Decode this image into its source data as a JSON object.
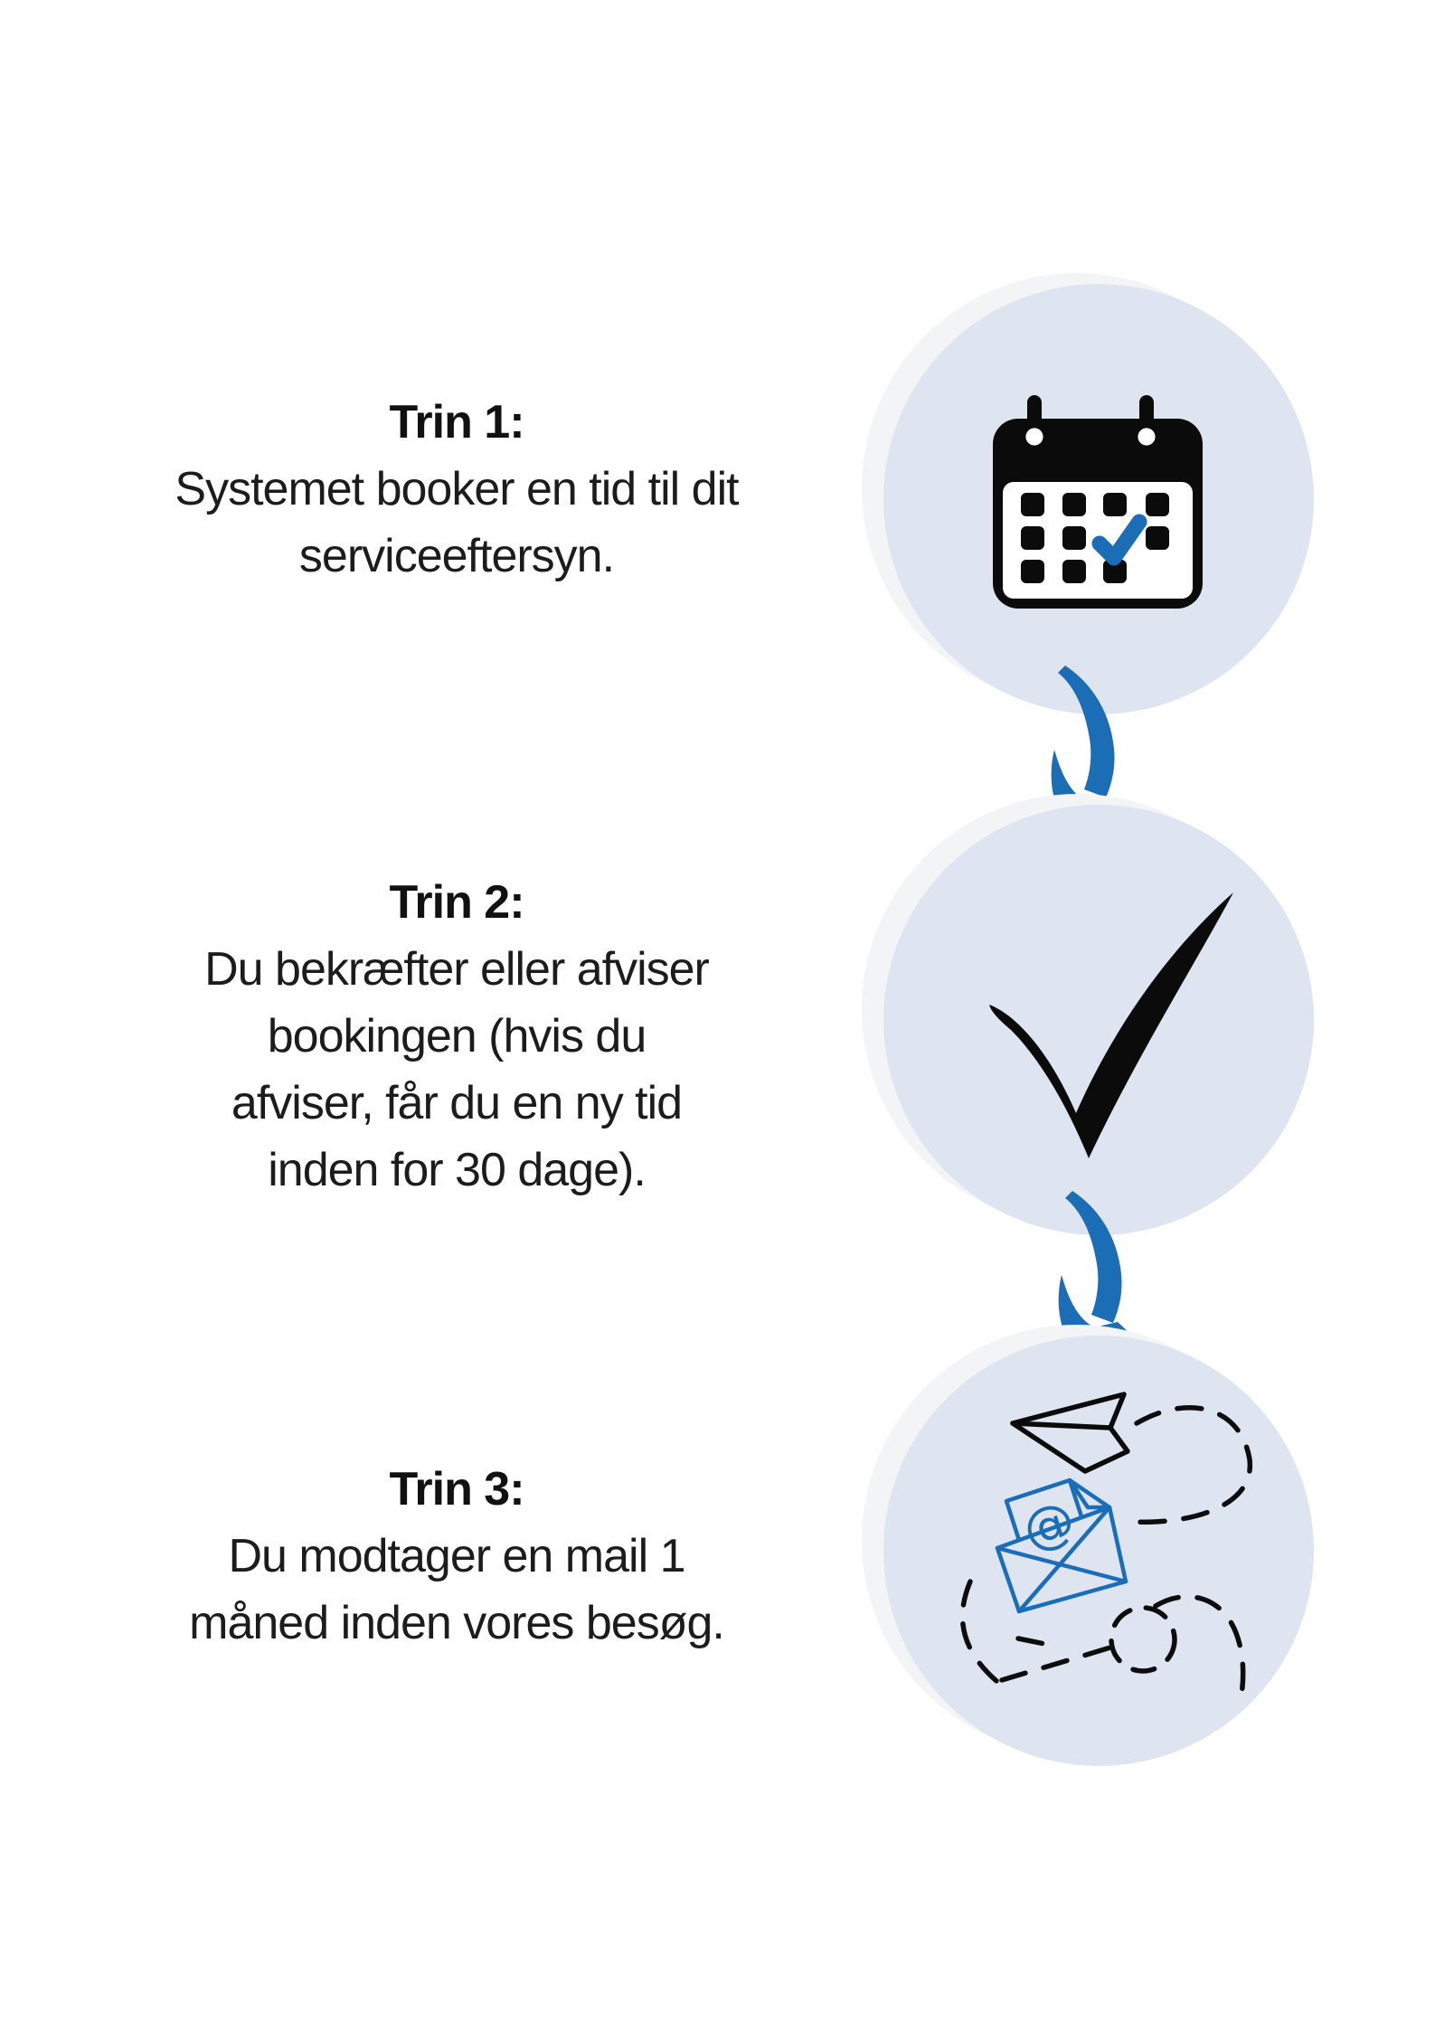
{
  "steps": [
    {
      "heading": "Trin 1:",
      "lines": [
        "Systemet booker en tid til dit",
        "serviceeftersyn."
      ],
      "icon": "calendar-check-icon"
    },
    {
      "heading": "Trin 2:",
      "lines": [
        "Du bekræfter eller afviser",
        "bookingen (hvis du",
        "afviser, får du en ny tid",
        "inden for 30 dage)."
      ],
      "icon": "checkmark-icon"
    },
    {
      "heading": "Trin 3:",
      "lines": [
        "Du modtager en mail 1",
        "måned inden vores besøg."
      ],
      "icon": "email-paper-plane-icon"
    }
  ],
  "connectors": [
    {
      "name": "curved-arrow-down-1"
    },
    {
      "name": "curved-arrow-down-2"
    }
  ],
  "icons": {
    "email_at_symbol": "@"
  },
  "colors": {
    "accent_blue": "#1b6db6",
    "icon_black": "#0b0b0b",
    "circle_fill": "#dee5f1",
    "circle_shadow": "#f3f4f6",
    "text": "#1c1c1c",
    "background": "#ffffff"
  }
}
